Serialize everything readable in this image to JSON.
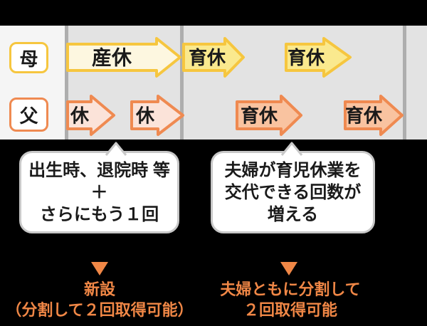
{
  "timeline": {
    "rows": [
      {
        "label": "母"
      },
      {
        "label": "父"
      }
    ],
    "arrows": [
      {
        "label": "産休",
        "row": "mother",
        "style": "cream"
      },
      {
        "label": "育休",
        "row": "mother",
        "style": "yellow"
      },
      {
        "label": "育休",
        "row": "mother",
        "style": "yellow"
      },
      {
        "label": "休",
        "row": "father",
        "style": "pink"
      },
      {
        "label": "休",
        "row": "father",
        "style": "pink"
      },
      {
        "label": "育休",
        "row": "father",
        "style": "peach"
      },
      {
        "label": "育休",
        "row": "father",
        "style": "peach"
      }
    ]
  },
  "callouts": [
    {
      "lines": [
        "出生時、退院時 等",
        "＋",
        "さらにもう１回"
      ]
    },
    {
      "lines": [
        "夫婦が育児休業を",
        "交代できる回数が",
        "増える"
      ]
    }
  ],
  "notes": [
    {
      "lines": [
        "新設",
        "（分割して２回取得可能）"
      ]
    },
    {
      "lines": [
        "夫婦ともに分割して",
        "２回取得可能"
      ]
    }
  ],
  "icons": {
    "down_triangle": "▼"
  },
  "colors": {
    "background": "#000000",
    "band_bg": "#e3e3e3",
    "label_column_bg": "#f5f5f5",
    "divider": "#aeaeae",
    "yellow_border": "#f6c63f",
    "maternity_fill": "#fdf7e0",
    "mother_leave_fill": "#fae98e",
    "orange_border": "#ef8a51",
    "father_short_fill": "#fbe3d9",
    "father_leave_fill": "#f9c3a0",
    "accent_orange": "#f08746",
    "bubble_border": "#c8c8c8",
    "text": "#1a1a1a"
  }
}
